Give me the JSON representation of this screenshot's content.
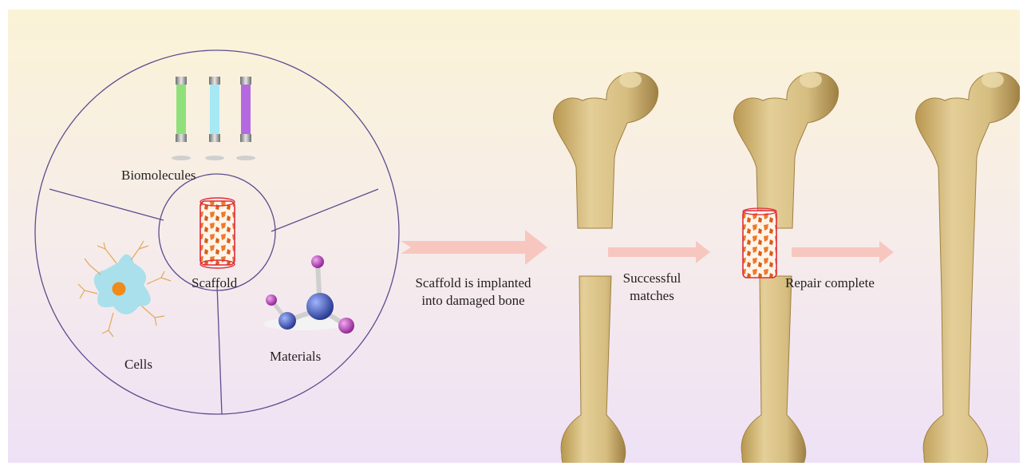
{
  "colors": {
    "bg_top": "#fbf3d6",
    "bg_bottom": "#eee1f6",
    "circle_stroke": "#5b4d8e",
    "arrow": "#f7c7bf",
    "bone": "#d6bd80",
    "bone_dark": "#a98a4d",
    "scaffold_stroke": "#e12b3a",
    "scaffold_fill": "#ed7a2a"
  },
  "wheel": {
    "center_label": "Scaffold",
    "segments": [
      {
        "label": "Biomolecules",
        "icon": "test-tubes-icon"
      },
      {
        "label": "Cells",
        "icon": "neuron-cell-icon"
      },
      {
        "label": "Materials",
        "icon": "molecule-icon"
      }
    ]
  },
  "process": {
    "steps": [
      {
        "label_lines": [
          "Scaffold is implanted",
          "into damaged bone"
        ]
      },
      {
        "label_lines": [
          "Successful",
          "matches"
        ]
      },
      {
        "label_lines": [
          "Repair complete"
        ]
      }
    ],
    "bones": [
      {
        "state": "fractured"
      },
      {
        "state": "with-scaffold"
      },
      {
        "state": "repaired"
      }
    ]
  }
}
